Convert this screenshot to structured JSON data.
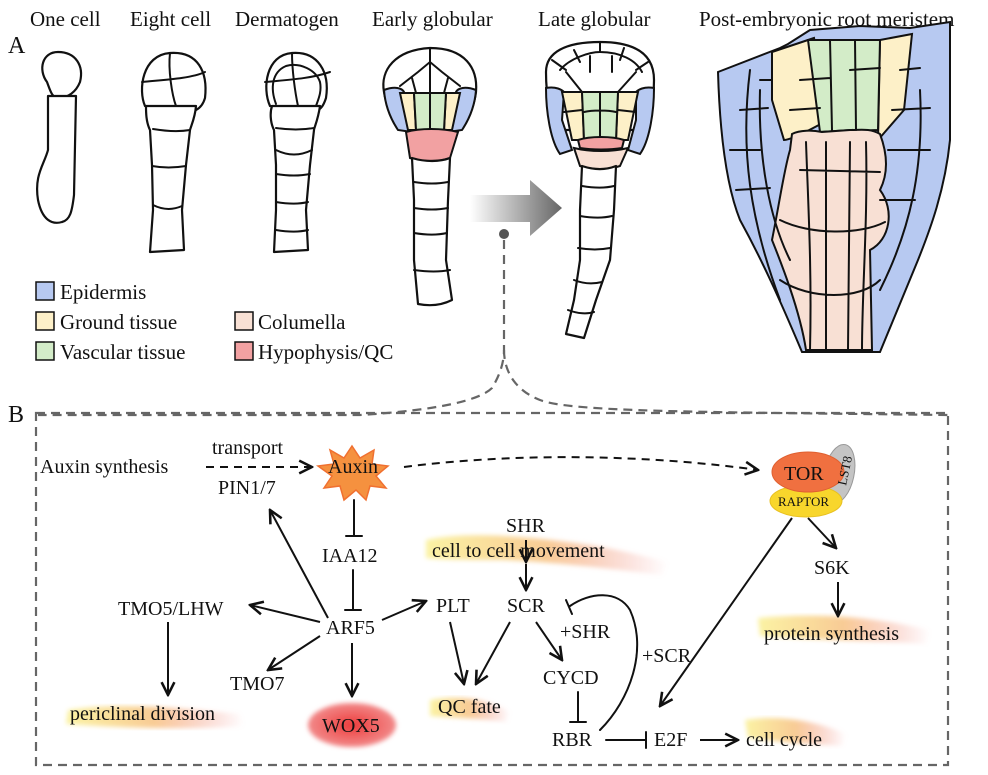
{
  "panels": {
    "a_label": "A",
    "b_label": "B"
  },
  "stages": [
    {
      "label": "One cell"
    },
    {
      "label": "Eight cell"
    },
    {
      "label": "Dermatogen"
    },
    {
      "label": "Early globular"
    },
    {
      "label": "Late globular"
    },
    {
      "label": "Post-embryonic root meristem"
    }
  ],
  "colors": {
    "epidermis": "#b7c9f1",
    "ground": "#fdf0c8",
    "vascular": "#d3ecc8",
    "columella": "#f8e0d4",
    "qc": "#f2a1a2",
    "auxin": "#f5913f",
    "tor": "#f07040",
    "raptor": "#f8d62c",
    "lst8": "#c4c4c4",
    "wox5": "#ee5050"
  },
  "legend": [
    {
      "key": "epidermis",
      "label": "Epidermis"
    },
    {
      "key": "ground",
      "label": "Ground tissue"
    },
    {
      "key": "vascular",
      "label": "Vascular tissue"
    },
    {
      "key": "columella",
      "label": "Columella"
    },
    {
      "key": "qc",
      "label": "Hypophysis/QC"
    }
  ],
  "network": {
    "auxin_synthesis": "Auxin synthesis",
    "transport": "transport",
    "pin": "PIN1/7",
    "auxin": "Auxin",
    "iaa12": "IAA12",
    "arf5": "ARF5",
    "tmo5": "TMO5/LHW",
    "tmo7": "TMO7",
    "wox5": "WOX5",
    "periclinal": "periclinal division",
    "plt": "PLT",
    "shr": "SHR",
    "movement": "cell to cell movement",
    "scr": "SCR",
    "plus_shr": "+SHR",
    "plus_scr": "+SCR",
    "cycd": "CYCD",
    "qc_fate": "QC fate",
    "rbr": "RBR",
    "e2f": "E2F",
    "cell_cycle": "cell cycle",
    "tor": "TOR",
    "raptor": "RAPTOR",
    "lst8": "LST8",
    "s6k": "S6K",
    "protein_synthesis": "protein synthesis"
  }
}
